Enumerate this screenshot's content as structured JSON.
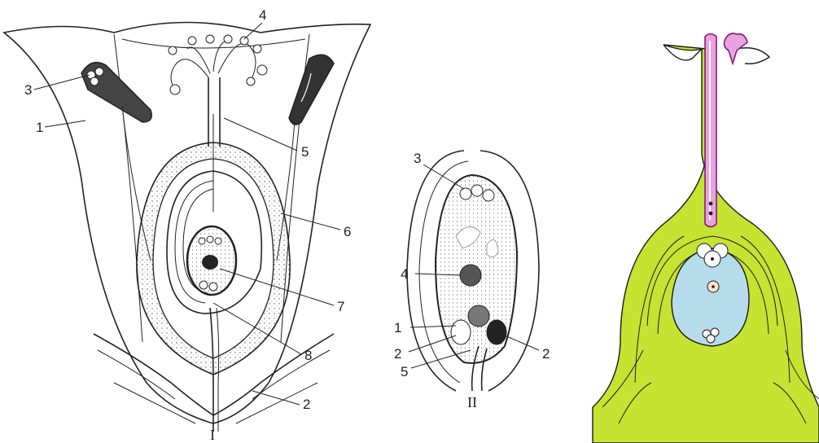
{
  "figure_I": {
    "panel_label": "I",
    "labels": {
      "l1": "1",
      "l2": "2",
      "l3": "3",
      "l4": "4",
      "l5": "5",
      "l6": "6",
      "l7": "7",
      "l8": "8"
    }
  },
  "figure_II": {
    "panel_label": "II",
    "labels": {
      "l1": "1",
      "l2a": "2",
      "l2b": "2",
      "l3": "3",
      "l4": "4",
      "l5": "5"
    }
  },
  "figure_III": {
    "colors": {
      "tissue": "#c6e331",
      "embryo_sac": "#b6dcec",
      "pollen_tube": "#e7a3df",
      "outline": "#1c1c1c"
    }
  }
}
